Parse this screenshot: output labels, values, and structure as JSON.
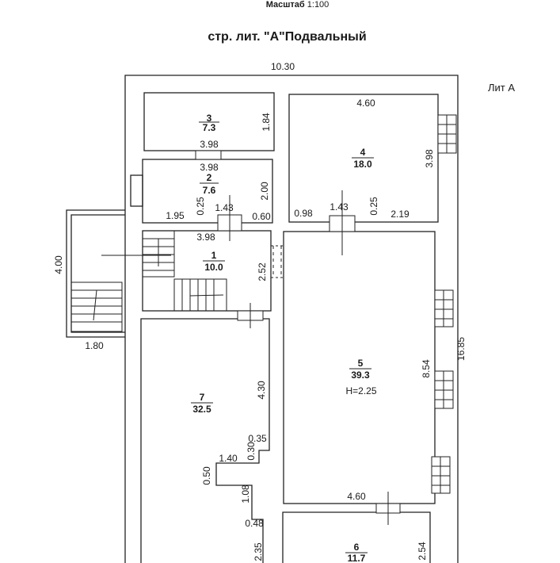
{
  "header": {
    "scale_label": "Масштаб",
    "scale_value": "1:100",
    "title": "стр. лит. \"А\"Подвальный",
    "lit": "Лит А"
  },
  "rooms": [
    {
      "id": "r1",
      "number": "1",
      "area": "10.0"
    },
    {
      "id": "r2",
      "number": "2",
      "area": "7.6"
    },
    {
      "id": "r3",
      "number": "3",
      "area": "7.3"
    },
    {
      "id": "r4",
      "number": "4",
      "area": "18.0"
    },
    {
      "id": "r5",
      "number": "5",
      "area": "39.3",
      "height": "H=2.25"
    },
    {
      "id": "r6",
      "number": "6",
      "area": "11.7"
    },
    {
      "id": "r7",
      "number": "7",
      "area": "32.5"
    }
  ],
  "dimensions": {
    "overall_width": "10.30",
    "overall_height": "16.85",
    "annex_height": "4.00",
    "annex_width": "1.80",
    "r3_width": "3.98",
    "r3_height": "1.84",
    "r2_width": "3.98",
    "r2_height": "2.00",
    "r2_bottom_left": "1.95",
    "r2_door_offset": "0.25",
    "r2_door_width": "1.43",
    "r2_bottom_right": "0.60",
    "r1_width": "3.98",
    "r1_height": "2.52",
    "r4_width": "4.60",
    "r4_height": "3.98",
    "r4_bottom_left": "0.98",
    "r4_door_width": "1.43",
    "r4_door_offset": "0.25",
    "r4_bottom_right": "2.19",
    "r5_height": "8.54",
    "r5_width": "4.60",
    "r7_height": "4.30",
    "r7_step1": "0.35",
    "r7_step2": "1.40",
    "r7_step3": "0.30",
    "r7_step4": "0.50",
    "r7_step5": "1.08",
    "r7_step6": "0.48",
    "r7_step7": "2.35",
    "r6_height": "2.54"
  }
}
